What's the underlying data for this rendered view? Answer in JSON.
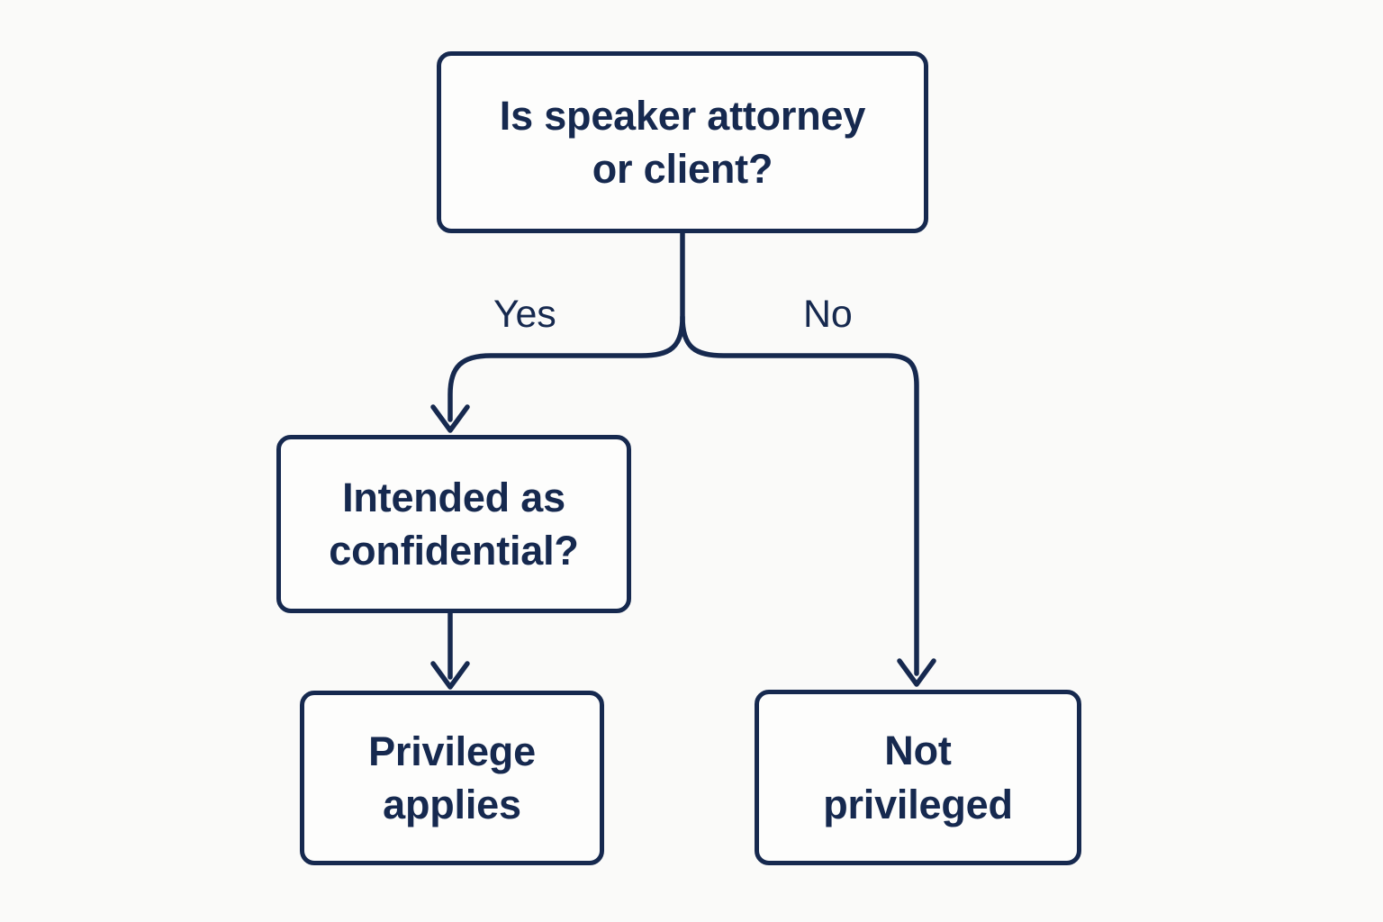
{
  "diagram": {
    "title": "Attorney-client privilege decision flowchart",
    "background_color": "#fafaf9",
    "stroke_color": "#16294f",
    "text_color": "#16294f",
    "node_fill_color": "#fdfdfc",
    "nodes": [
      {
        "id": "root",
        "shape": "rounded-rectangle",
        "text": "Is speaker attorney\nor client?",
        "line1": "Is speaker attorney",
        "line2": "or client?"
      },
      {
        "id": "confidential",
        "shape": "rounded-rectangle",
        "text": "Intended as\nconfidential?",
        "line1": "Intended as",
        "line2": "confidential?"
      },
      {
        "id": "privilege-applies",
        "shape": "rounded-rectangle",
        "text": "Privilege\napplies",
        "line1": "Privilege",
        "line2": "applies"
      },
      {
        "id": "not-privileged",
        "shape": "rounded-rectangle",
        "text": "Not\nprivileged",
        "line1": "Not",
        "line2": "privileged"
      }
    ],
    "edges": [
      {
        "id": "root-yes-confidential",
        "from": "root",
        "to": "confidential",
        "label": "Yes",
        "arrowhead": true
      },
      {
        "id": "root-no-not-privileged",
        "from": "root",
        "to": "not-privileged",
        "label": "No",
        "arrowhead": true
      },
      {
        "id": "confidential-privilege-applies",
        "from": "confidential",
        "to": "privilege-applies",
        "label": "",
        "arrowhead": true
      }
    ]
  }
}
